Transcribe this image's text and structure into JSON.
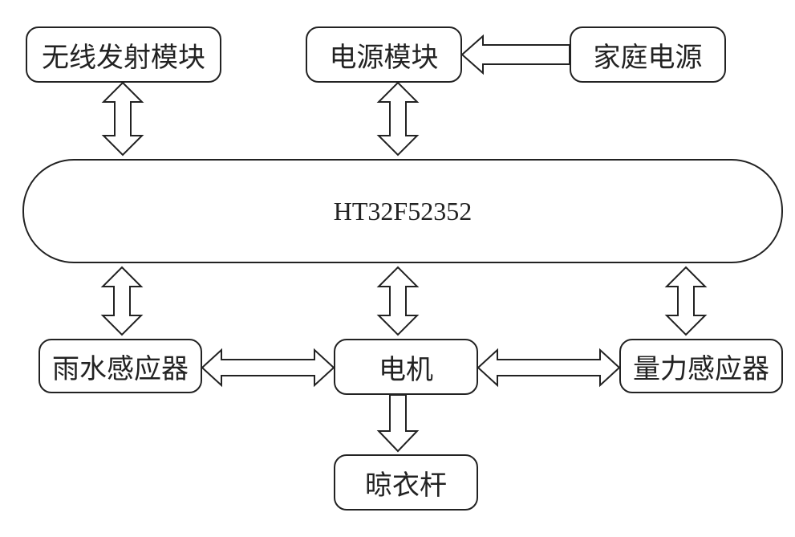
{
  "nodes": {
    "wireless": "无线发射模块",
    "power_module": "电源模块",
    "home_power": "家庭电源",
    "mcu": "HT32F52352",
    "rain_sensor": "雨水感应器",
    "motor": "电机",
    "weight_sensor": "量力感应器",
    "drying_rack": "晾衣杆"
  }
}
